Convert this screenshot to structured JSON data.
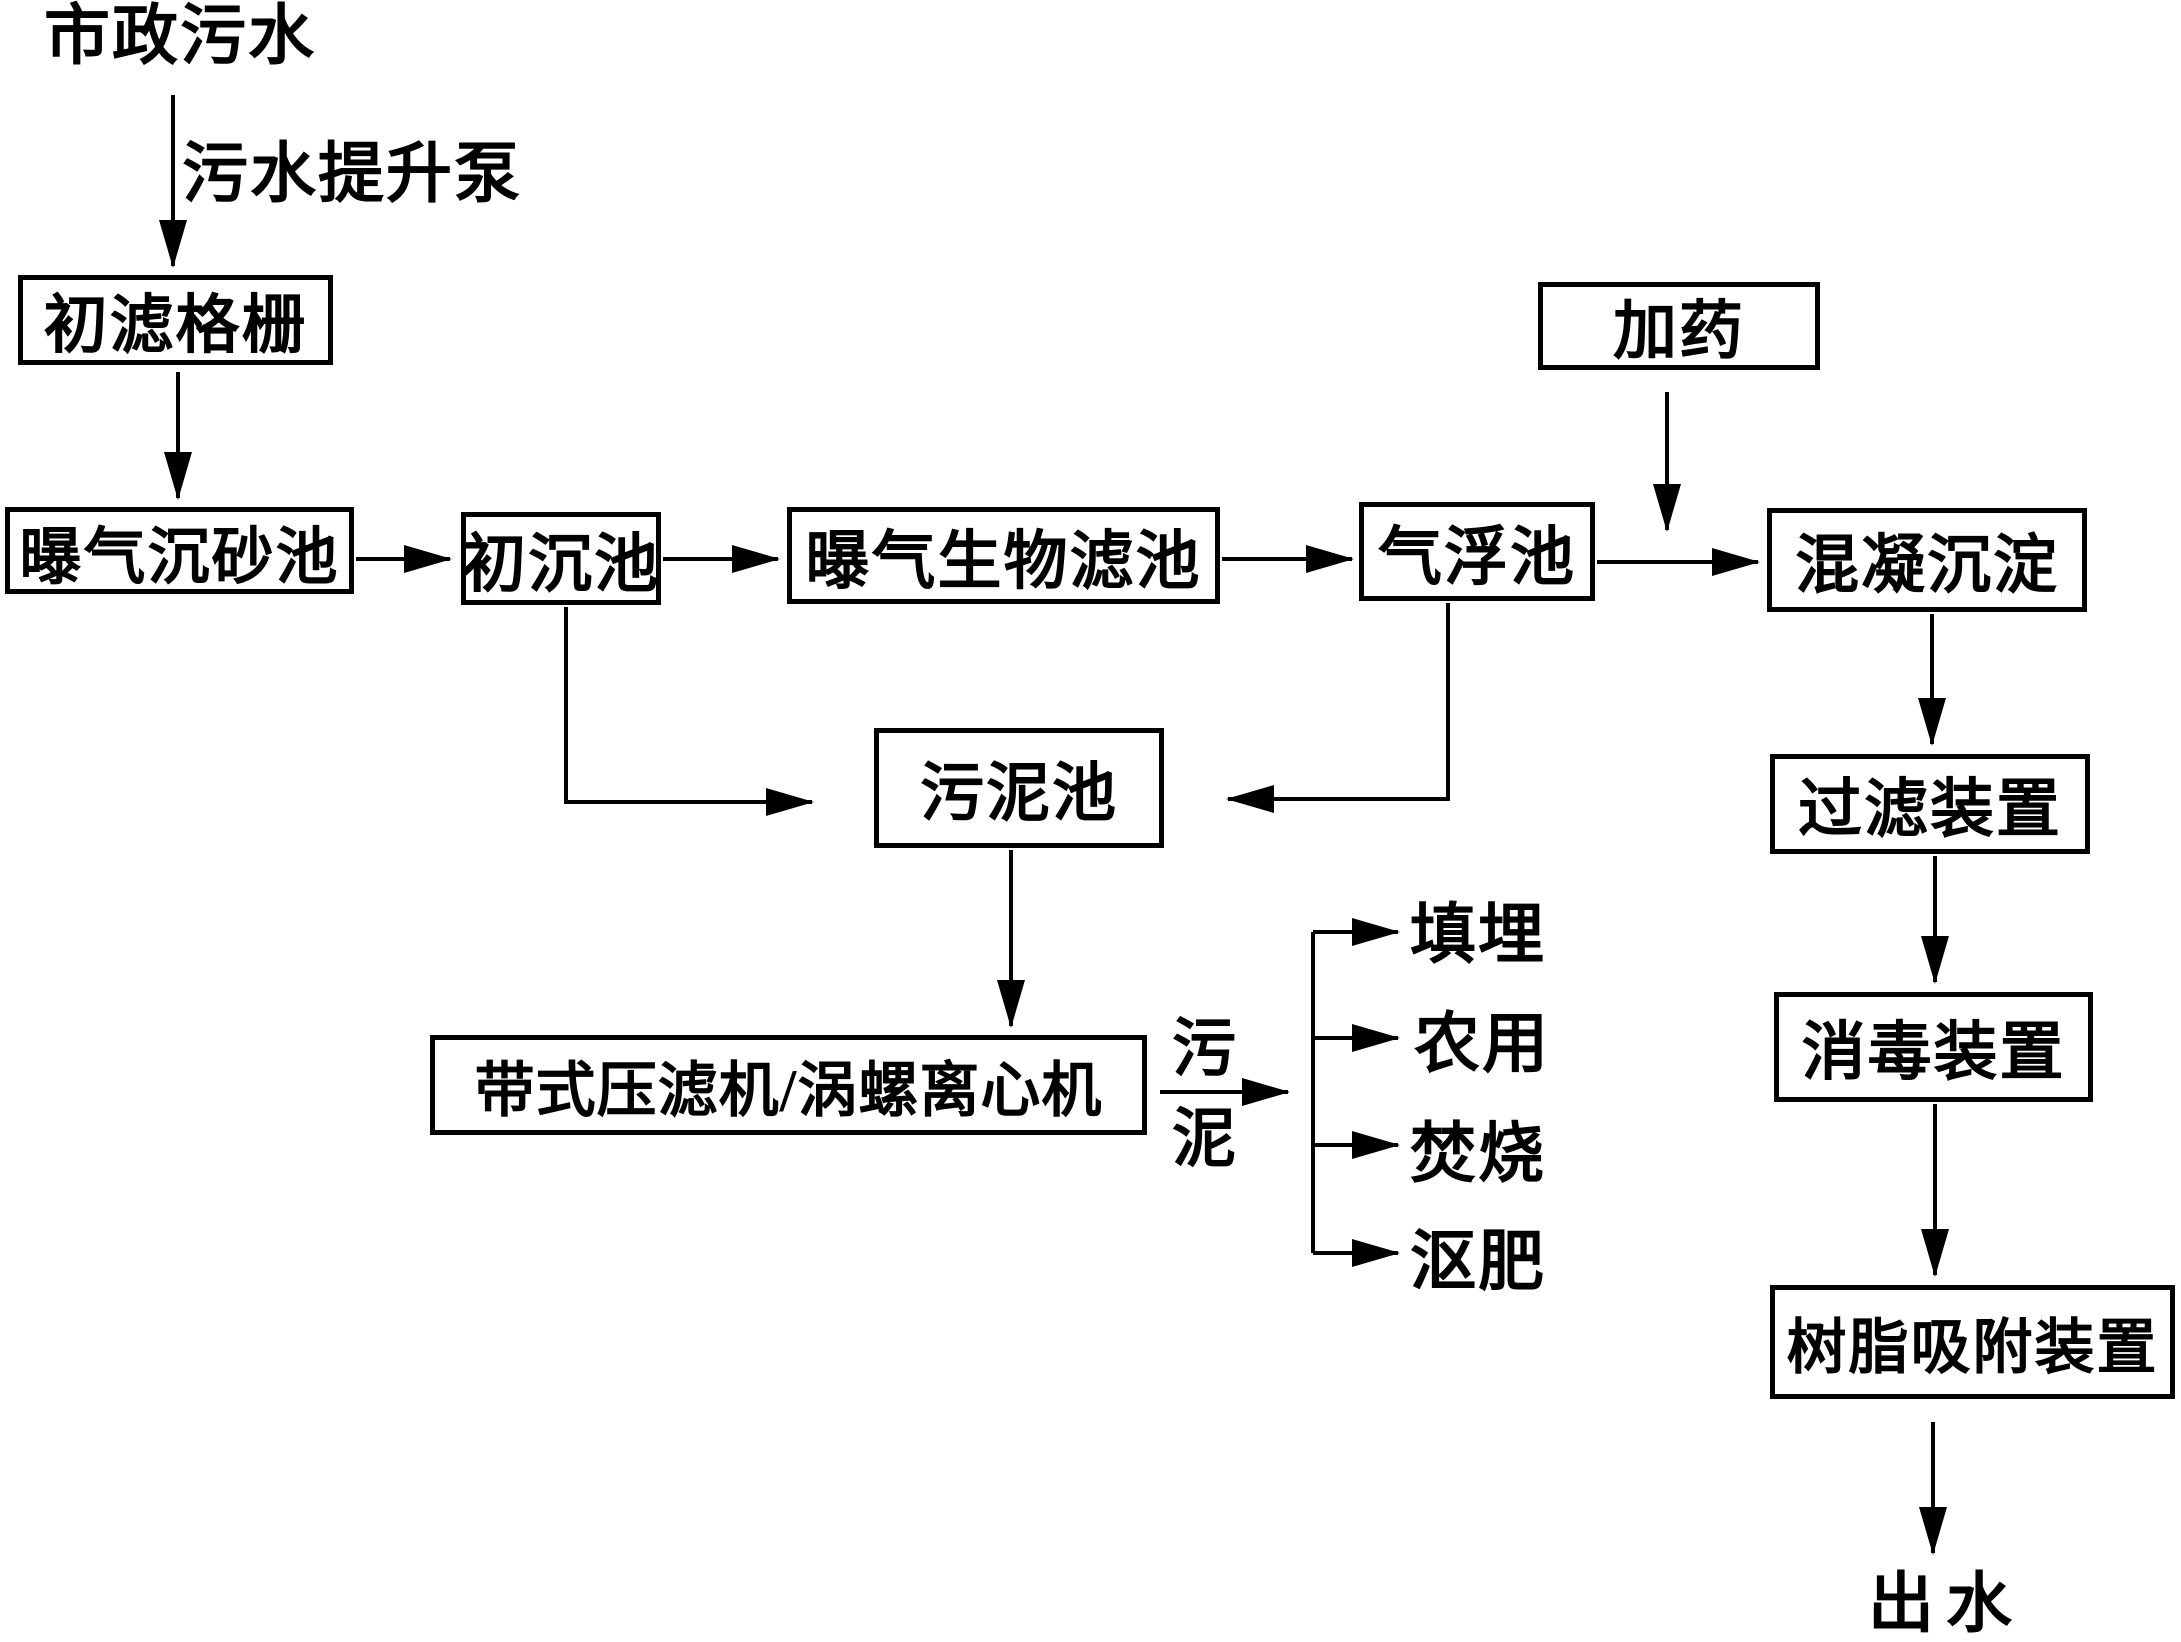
{
  "colors": {
    "ink": "#000000",
    "paper": "#ffffff"
  },
  "flow": {
    "source": "市政污水",
    "pump": "污水提升泵",
    "screen": "初滤格栅",
    "grit": "曝气沉砂池",
    "primary": "初沉池",
    "baf": "曝气生物滤池",
    "flotation": "气浮池",
    "dosing": "加药",
    "coagulation": "混凝沉淀",
    "filtration": "过滤装置",
    "disinfection": "消毒装置",
    "resin": "树脂吸附装置",
    "effluent": "出水",
    "sludge_tank": "污泥池",
    "dewatering": "带式压滤机/涡螺离心机",
    "sludge": "污泥",
    "disposal": [
      "填埋",
      "农用",
      "焚烧",
      "沤肥"
    ]
  }
}
